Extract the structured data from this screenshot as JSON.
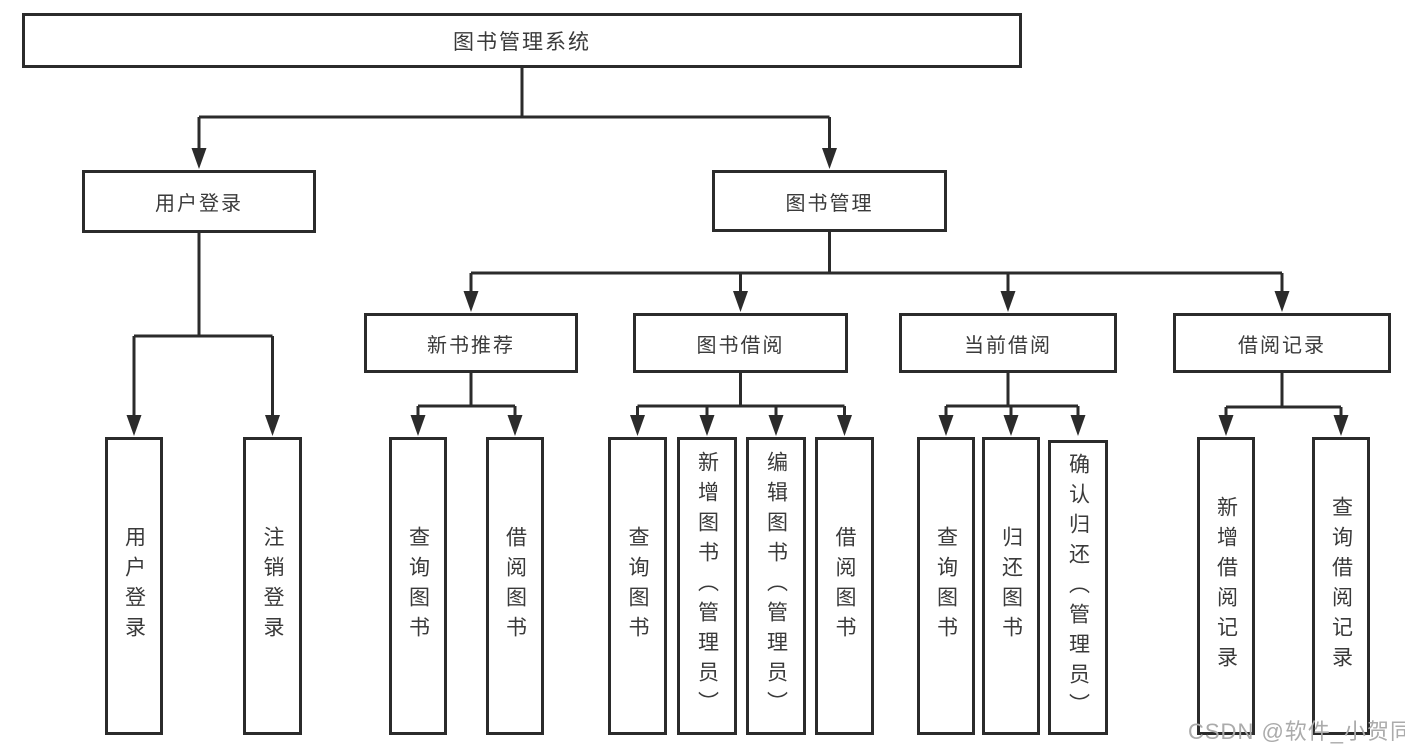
{
  "tree": {
    "root": {
      "label": "图书管理系统"
    },
    "branches": [
      {
        "label": "用户登录",
        "children": [
          {
            "label": "用户登录"
          },
          {
            "label": "注销登录"
          }
        ]
      },
      {
        "label": "图书管理",
        "children": [
          {
            "label": "新书推荐",
            "children": [
              {
                "label": "查询图书"
              },
              {
                "label": "借阅图书"
              }
            ]
          },
          {
            "label": "图书借阅",
            "children": [
              {
                "label": "查询图书"
              },
              {
                "label": "新增图书（管理员）"
              },
              {
                "label": "编辑图书（管理员）"
              },
              {
                "label": "借阅图书"
              }
            ]
          },
          {
            "label": "当前借阅",
            "children": [
              {
                "label": "查询图书"
              },
              {
                "label": "归还图书"
              },
              {
                "label": "确认归还（管理员）"
              }
            ]
          },
          {
            "label": "借阅记录",
            "children": [
              {
                "label": "新增借阅记录"
              },
              {
                "label": "查询借阅记录"
              }
            ]
          }
        ]
      }
    ]
  },
  "watermark": "CSDN @软件_小贺同学",
  "colors": {
    "line": "#2b2b2b",
    "text": "#3a3a3a",
    "bg": "#ffffff",
    "watermark": "#ababab"
  }
}
